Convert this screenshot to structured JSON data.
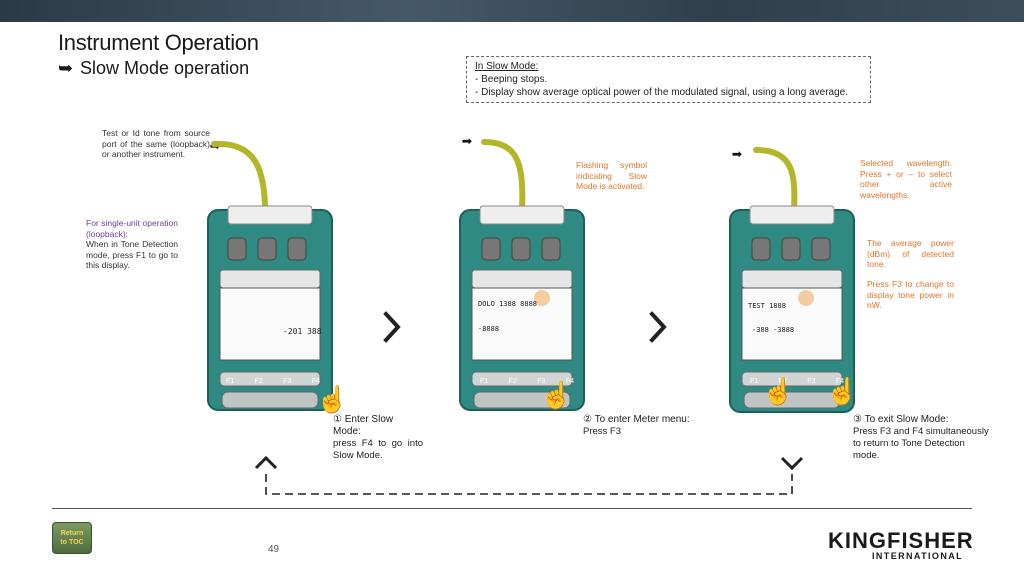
{
  "title": "Instrument Operation",
  "subtitle": "Slow Mode operation",
  "info": {
    "heading": "In Slow Mode:",
    "items": [
      "-   Beeping stops.",
      "-   Display show average optical power of the modulated signal, using a long average."
    ]
  },
  "notes": {
    "source": "Test or Id tone from source port of the same (loopback) or another instrument.",
    "single_heading": "For single-unit operation (loopback):",
    "single_body": "When in Tone Detection mode, press F1 to go to this display.",
    "flashing": "Flashing symbol indicating Slow Mode is activated.",
    "selected": "Selected wavelength. Press + or – to select other active wavelengths.",
    "average": "The average power (dBm) of detected tone.",
    "press_f3": "Press F3 to change to display tone power in nW."
  },
  "steps": [
    {
      "heading": "①  Enter Slow Mode:",
      "body": "press F4 to go into Slow Mode."
    },
    {
      "heading": "② To enter Meter menu:",
      "body": "Press F3"
    },
    {
      "heading": "③  To exit Slow Mode:",
      "body": "Press F3 and F4 simultaneously to return to Tone Detection mode."
    }
  ],
  "device": {
    "keys": [
      "F1",
      "F2",
      "F3",
      "F4"
    ],
    "lcd1": "-201  388",
    "lcd2a": "DOLO 1388  8888",
    "lcd2b": "-8888",
    "lcd3a": "TEST 1888",
    "lcd3b": "-388  -3888"
  },
  "footer": {
    "toc_line1": "Return",
    "toc_line2": "to TOC",
    "page": "49",
    "logo": "KINGFISHER",
    "logo_sub": "INTERNATIONAL"
  },
  "colors": {
    "fiber": "#b5b52a",
    "device": "#2e8a83",
    "accent_note": "#e0762a",
    "purple_note": "#6b3fa0"
  }
}
